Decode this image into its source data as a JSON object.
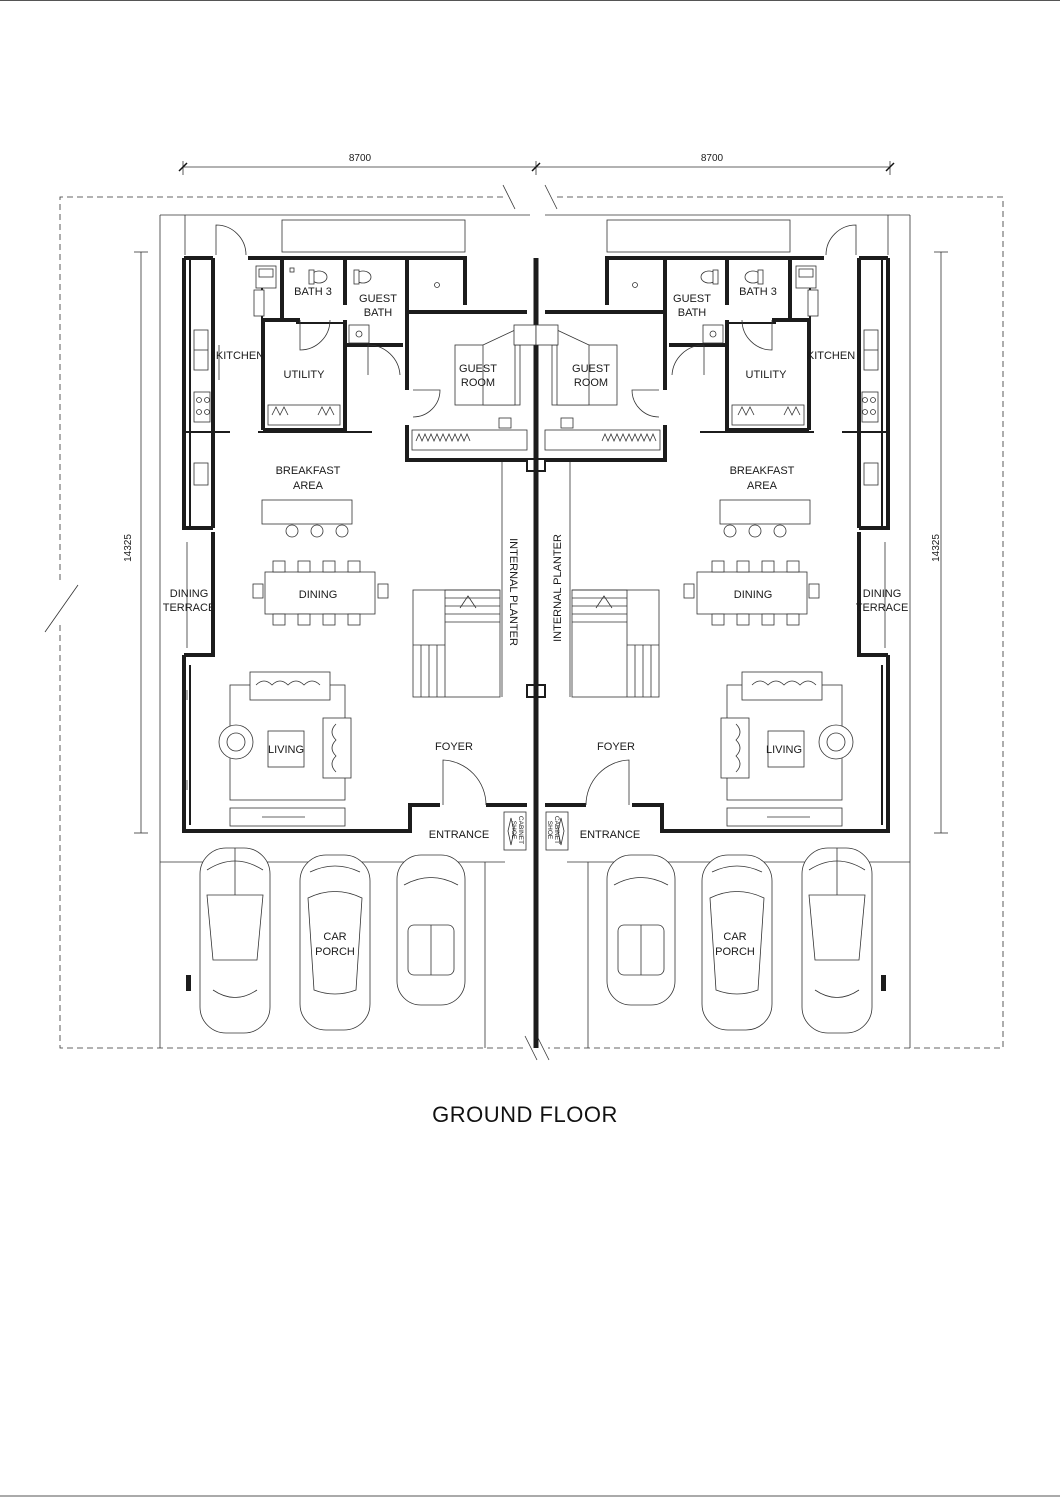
{
  "title": "GROUND FLOOR",
  "dimensions": {
    "width_left": "8700",
    "width_right": "8700",
    "depth_left": "14325",
    "depth_right": "14325"
  },
  "left_unit": {
    "bath3": "BATH 3",
    "guest_bath": [
      "GUEST",
      "BATH"
    ],
    "kitchen": "KITCHEN",
    "utility": "UTILITY",
    "guest_room": [
      "GUEST",
      "ROOM"
    ],
    "breakfast_area": [
      "BREAKFAST",
      "AREA"
    ],
    "dining_terrace": [
      "DINING",
      "TERRACE"
    ],
    "dining": "DINING",
    "internal_planter": "INTERNAL PLANTER",
    "living": "LIVING",
    "foyer": "FOYER",
    "entrance": "ENTRANCE",
    "shoe_cabinet": [
      "SHOE",
      "CABINET"
    ],
    "car_porch": [
      "CAR",
      "PORCH"
    ]
  },
  "right_unit": {
    "bath3": "BATH 3",
    "guest_bath": [
      "GUEST",
      "BATH"
    ],
    "kitchen": "KITCHEN",
    "utility": "UTILITY",
    "guest_room": [
      "GUEST",
      "ROOM"
    ],
    "breakfast_area": [
      "BREAKFAST",
      "AREA"
    ],
    "dining_terrace": [
      "DINING",
      "TERRACE"
    ],
    "dining": "DINING",
    "internal_planter": "INTERNAL PLANTER",
    "living": "LIVING",
    "foyer": "FOYER",
    "entrance": "ENTRANCE",
    "shoe_cabinet": [
      "SHOE",
      "CABINET"
    ],
    "car_porch": [
      "CAR",
      "PORCH"
    ]
  }
}
